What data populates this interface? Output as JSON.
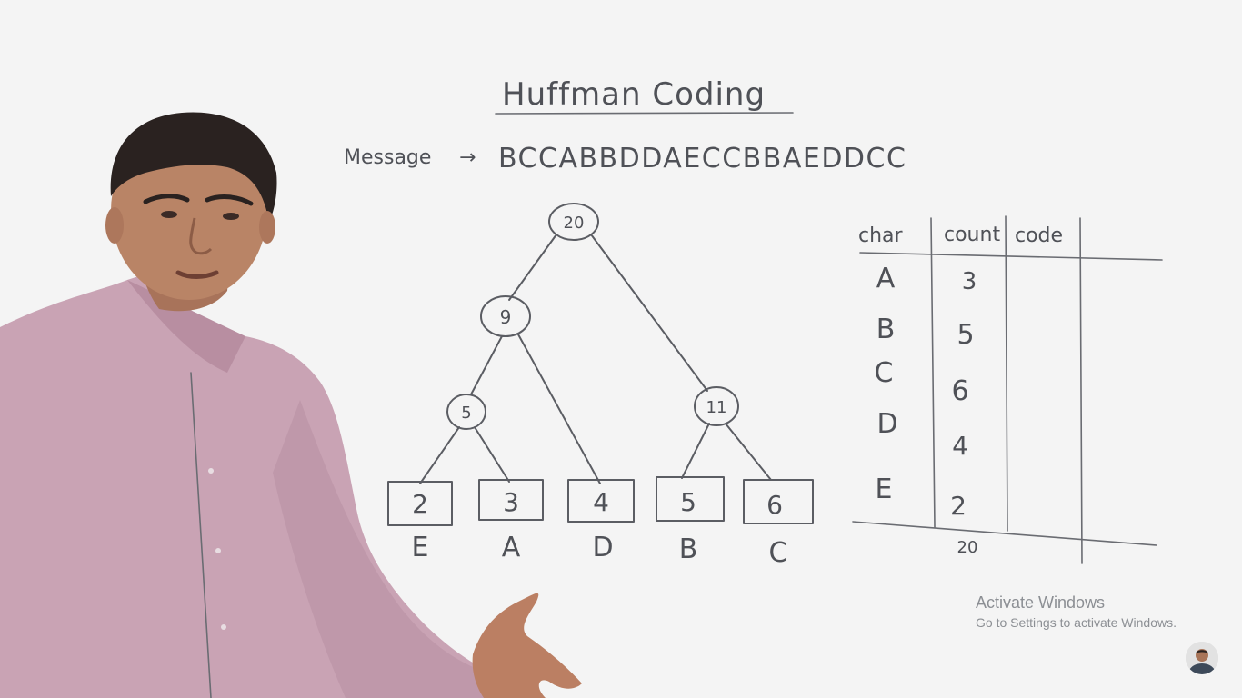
{
  "board": {
    "title": "Huffman Coding",
    "message_label": "Message",
    "message_arrow": "→",
    "message": "BCCABBDDAECCBBAEDDCC"
  },
  "tree": {
    "internal_nodes": [
      "20",
      "9",
      "5",
      "11"
    ],
    "leaves": [
      {
        "count": "2",
        "char": "E"
      },
      {
        "count": "3",
        "char": "A"
      },
      {
        "count": "4",
        "char": "D"
      },
      {
        "count": "5",
        "char": "B"
      },
      {
        "count": "6",
        "char": "C"
      }
    ]
  },
  "table": {
    "headers": [
      "char",
      "count",
      "code"
    ],
    "rows": [
      {
        "char": "A",
        "count": "3"
      },
      {
        "char": "B",
        "count": "5"
      },
      {
        "char": "C",
        "count": "6"
      },
      {
        "char": "D",
        "count": "4"
      },
      {
        "char": "E",
        "count": "2"
      }
    ],
    "total": "20"
  },
  "overlay": {
    "title": "Activate Windows",
    "subtitle": "Go to Settings to activate Windows."
  },
  "colors": {
    "board": "#f3f3f3",
    "marker": "#5b5d63",
    "shirt": "#c9a3b4",
    "skin": "#b98466",
    "hair": "#2a2220",
    "watermark": "#8c8f94"
  }
}
